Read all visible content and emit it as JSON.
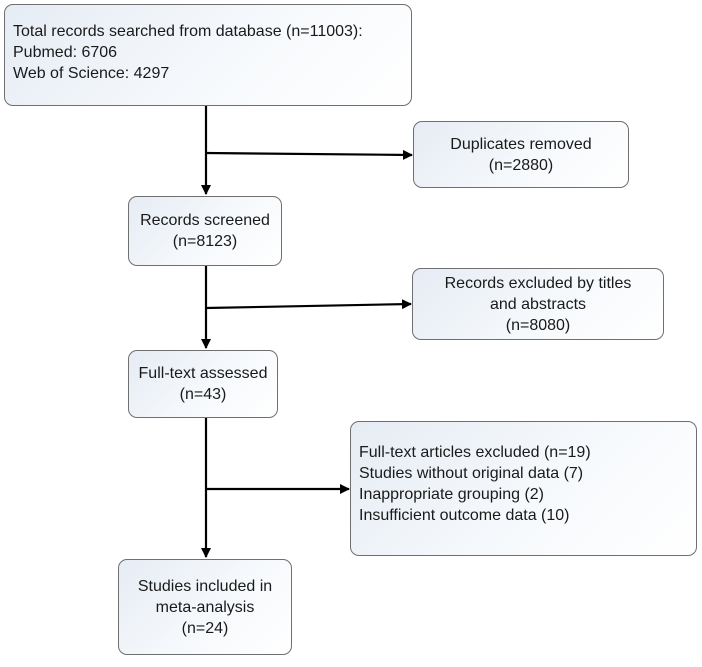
{
  "boxes": {
    "total": {
      "lines": [
        "Total records searched from database (n=11003):",
        "Pubmed: 6706",
        "Web of Science: 4297"
      ]
    },
    "duplicates": {
      "lines": [
        "Duplicates removed",
        "(n=2880)"
      ]
    },
    "screened": {
      "lines": [
        "Records screened",
        "(n=8123)"
      ]
    },
    "excluded_titles": {
      "lines": [
        "Records excluded by titles",
        "and abstracts",
        "(n=8080)"
      ]
    },
    "fulltext": {
      "lines": [
        "Full-text assessed",
        "(n=43)"
      ]
    },
    "fulltext_excluded": {
      "lines": [
        "Full-text articles excluded (n=19)",
        "Studies without original data (7)",
        "Inappropriate grouping (2)",
        "Insufficient outcome data (10)"
      ]
    },
    "included": {
      "lines": [
        "Studies included in",
        "meta-analysis",
        "(n=24)"
      ]
    }
  },
  "colors": {
    "arrow": "#000000",
    "box_border": "#6f6f6f",
    "box_fill_start": "#e6ecf4"
  }
}
